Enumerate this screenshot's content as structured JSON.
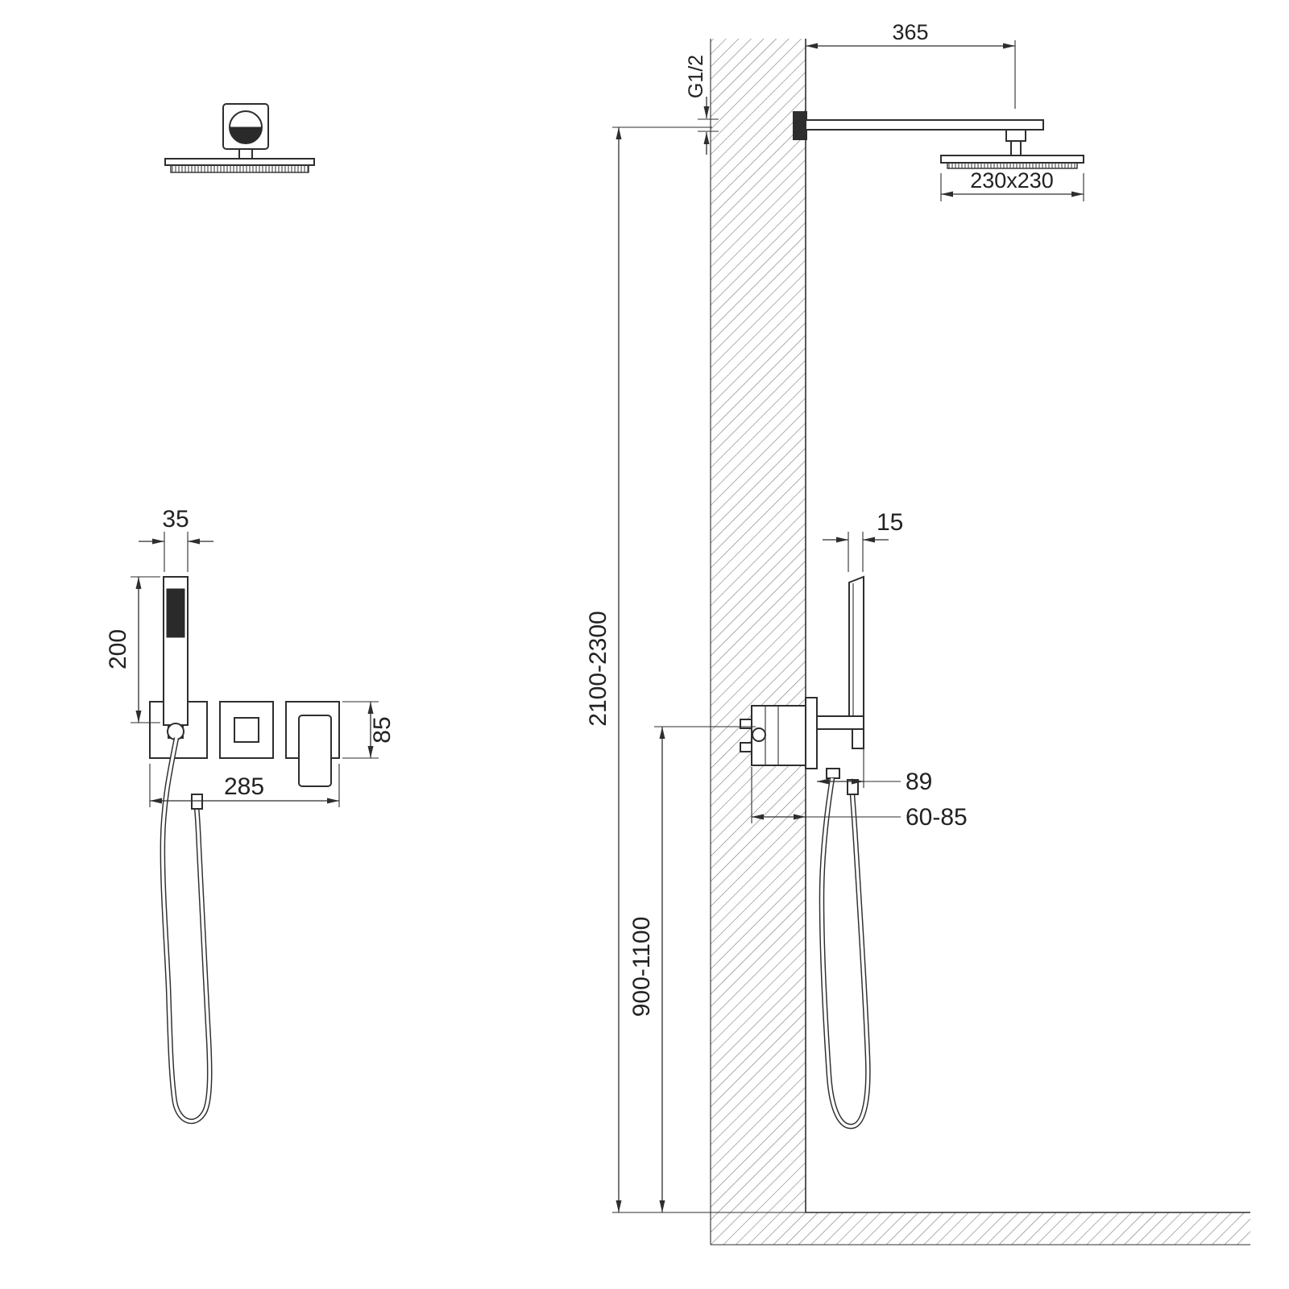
{
  "drawing": {
    "background": "#ffffff",
    "line_color": "#2e2e2e",
    "front_view": {
      "dim_handshower_width": "35",
      "dim_handshower_length": "200",
      "dim_trim_width": "285",
      "dim_trim_height": "85"
    },
    "side_view": {
      "dim_arm_length": "365",
      "label_thread": "G1/2",
      "dim_head_size": "230x230",
      "dim_overall_height": "2100-2300",
      "dim_handshower_thickness": "15",
      "dim_projection": "89",
      "dim_rough_in": "60-85",
      "dim_mixer_height": "900-1100"
    }
  }
}
